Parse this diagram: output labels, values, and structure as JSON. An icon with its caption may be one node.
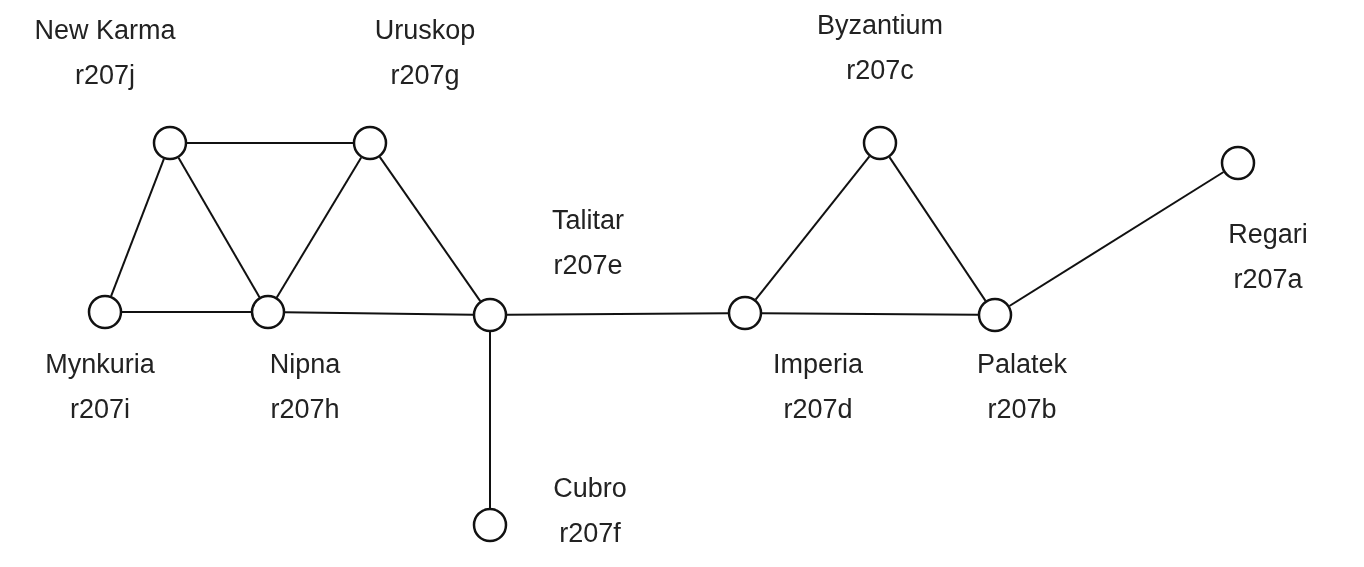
{
  "diagram": {
    "nodes": [
      {
        "text": [
          "New Karma",
          "r207j"
        ]
      },
      {
        "text": [
          "Uruskop",
          "r207g"
        ]
      },
      {
        "text": [
          "Byzantium",
          "r207c"
        ]
      },
      {
        "text": [
          "Regari",
          "r207a"
        ]
      },
      {
        "text": [
          "Talitar",
          "r207e"
        ]
      },
      {
        "text": [
          "Mynkuria",
          "r207i"
        ]
      },
      {
        "text": [
          "Nipna",
          "r207h"
        ]
      },
      {
        "text": [
          "Imperia",
          "r207d"
        ]
      },
      {
        "text": [
          "Palatek",
          "r207b"
        ]
      },
      {
        "text": [
          "Cubro",
          "r207f"
        ]
      }
    ],
    "edges": [
      {
        "from": 0,
        "to": 1,
        "arrow": "none"
      },
      {
        "from": 0,
        "to": 5,
        "arrow": "none"
      },
      {
        "from": 0,
        "to": 6,
        "arrow": "none"
      },
      {
        "from": 1,
        "to": 6,
        "arrow": "none"
      },
      {
        "from": 1,
        "to": 4,
        "arrow": "none"
      },
      {
        "from": 5,
        "to": 6,
        "arrow": "none"
      },
      {
        "from": 6,
        "to": 4,
        "arrow": "none"
      },
      {
        "from": 4,
        "to": 7,
        "arrow": "none"
      },
      {
        "from": 4,
        "to": 9,
        "arrow": "none"
      },
      {
        "from": 7,
        "to": 2,
        "arrow": "none"
      },
      {
        "from": 2,
        "to": 8,
        "arrow": "none"
      },
      {
        "from": 7,
        "to": 8,
        "arrow": "none"
      },
      {
        "from": 8,
        "to": 3,
        "arrow": "none"
      }
    ]
  }
}
